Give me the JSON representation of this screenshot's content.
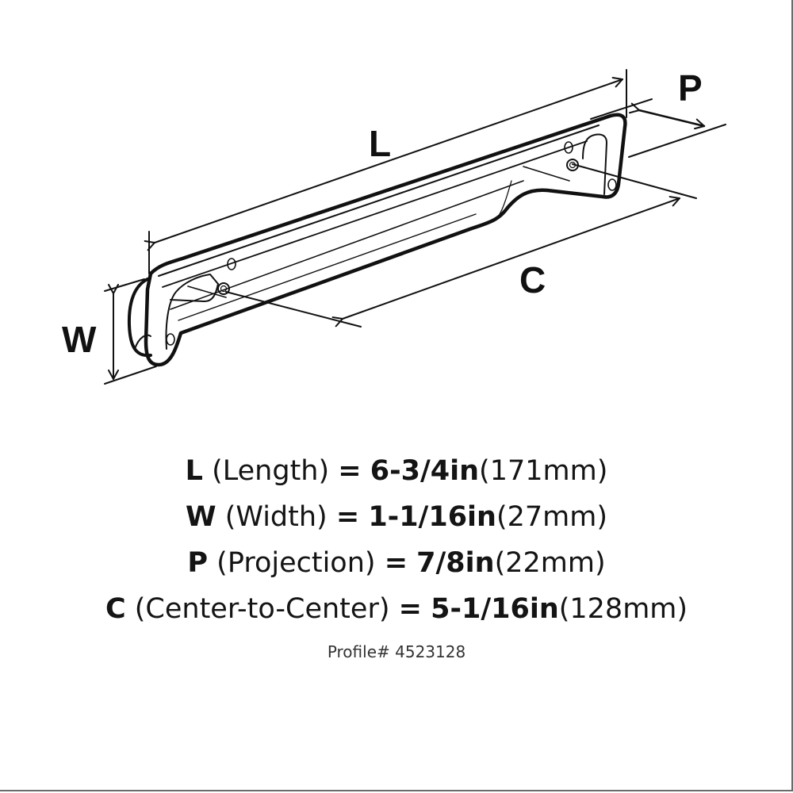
{
  "diagram": {
    "subject": "cabinet pull handle dimension drawing",
    "dimension_labels": {
      "length": "L",
      "width": "W",
      "projection": "P",
      "center_to_center": "C"
    }
  },
  "specs": [
    {
      "letter": "L",
      "name": "(Length)",
      "equals": "=",
      "inches": "6-3/4in",
      "mm": "(171mm)"
    },
    {
      "letter": "W",
      "name": "(Width)",
      "equals": "=",
      "inches": "1-1/16in",
      "mm": "(27mm)"
    },
    {
      "letter": "P",
      "name": "(Projection)",
      "equals": "=",
      "inches": "7/8in",
      "mm": "(22mm)"
    },
    {
      "letter": "C",
      "name": "(Center-to-Center)",
      "equals": "=",
      "inches": "5-1/16in",
      "mm": "(128mm)"
    }
  ],
  "profile": "Profile# 4523128",
  "colors": {
    "line": "#111111",
    "background": "#ffffff",
    "frame": "#6b6b6b"
  }
}
